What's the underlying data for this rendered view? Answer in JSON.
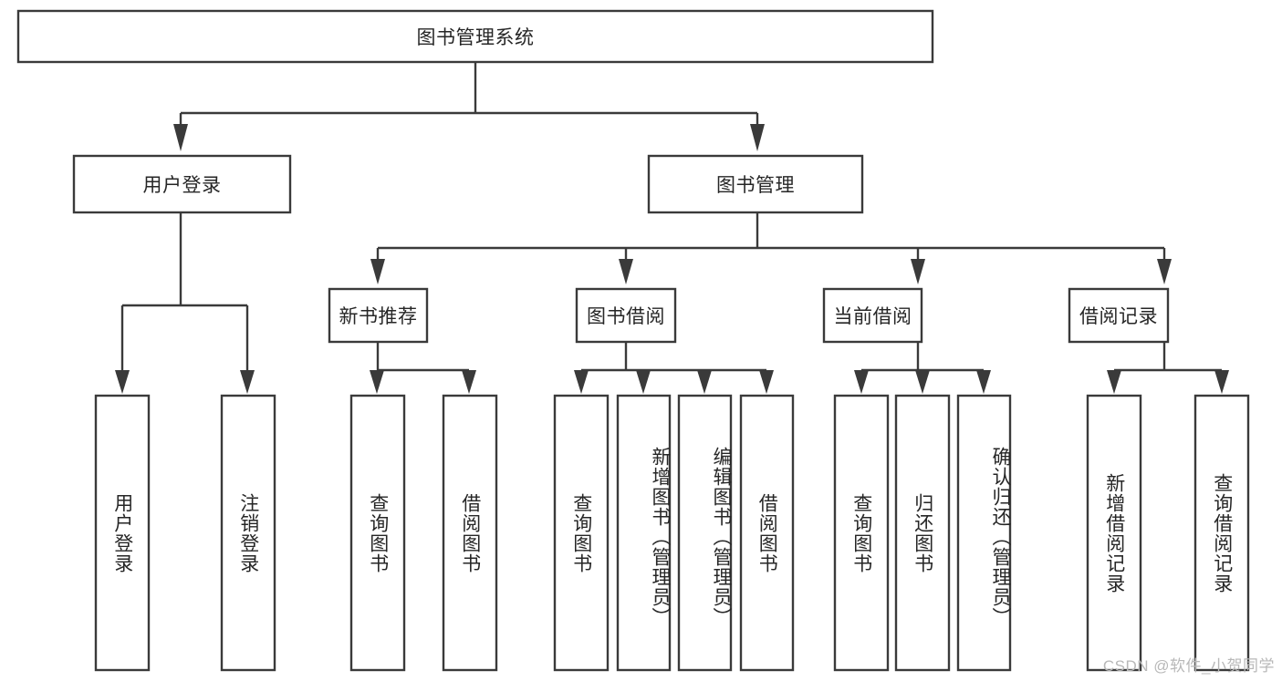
{
  "diagram": {
    "type": "tree",
    "orientation": "top-down",
    "root": {
      "label": "图书管理系统"
    },
    "level2": [
      {
        "label": "用户登录"
      },
      {
        "label": "图书管理"
      }
    ],
    "level3": [
      {
        "label": "新书推荐"
      },
      {
        "label": "图书借阅"
      },
      {
        "label": "当前借阅"
      },
      {
        "label": "借阅记录"
      }
    ],
    "leaves": {
      "user_login": [
        {
          "label": "用户登录"
        },
        {
          "label": "注销登录"
        }
      ],
      "new_book_recommend": [
        {
          "label": "查询图书"
        },
        {
          "label": "借阅图书"
        }
      ],
      "book_borrow": [
        {
          "label": "查询图书"
        },
        {
          "label": "新增图书（管理员）"
        },
        {
          "label": "编辑图书（管理员）"
        },
        {
          "label": "借阅图书"
        }
      ],
      "current_borrow": [
        {
          "label": "查询图书"
        },
        {
          "label": "归还图书"
        },
        {
          "label": "确认归还（管理员）"
        }
      ],
      "borrow_record": [
        {
          "label": "新增借阅记录"
        },
        {
          "label": "查询借阅记录"
        }
      ]
    }
  },
  "watermark": {
    "text": "CSDN @软件_小贺同学"
  },
  "colors": {
    "stroke": "#3a3a3a",
    "text": "#262626",
    "background": "#ffffff",
    "watermark": "#b8b8b8"
  }
}
